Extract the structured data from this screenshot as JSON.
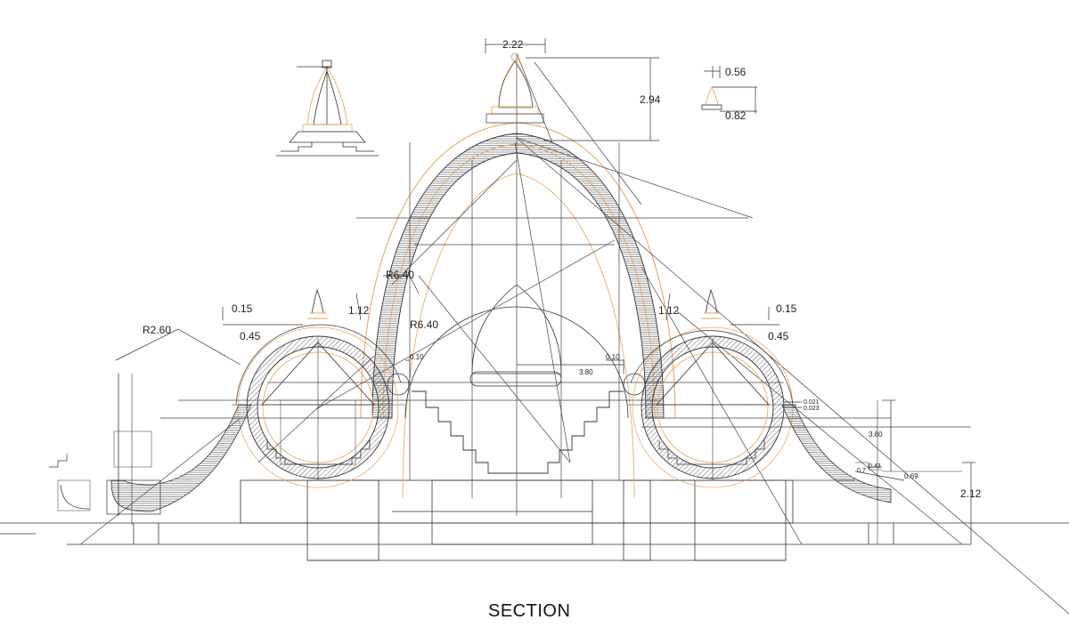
{
  "drawing": {
    "title": "SECTION",
    "colors": {
      "line": "#2a2a2a",
      "accent": "#e8a25c",
      "paper": "#ffffff"
    }
  },
  "dimensions": {
    "top_width": "2.22",
    "top_height": "2.94",
    "finial_width": "0.56",
    "finial_height": "0.82",
    "radius_main_a": "R6.40",
    "radius_main_b": "R6.40",
    "radius_side": "R2.60",
    "left_offset_top": "0.15",
    "left_offset_bottom": "0.45",
    "left_gap": "1.12",
    "right_gap": "1.12",
    "right_offset_top": "0.15",
    "right_offset_bottom": "0.45",
    "center_small_a": "0.10",
    "center_small_b": "0.10",
    "center_span": "3.80",
    "right_tiny_a": "0.021",
    "right_tiny_b": "0.023",
    "right_height": "3.80",
    "right_step_a": "0.43",
    "right_step_b": "0.7",
    "right_step_c": "0.69",
    "right_base_height": "2.12"
  }
}
